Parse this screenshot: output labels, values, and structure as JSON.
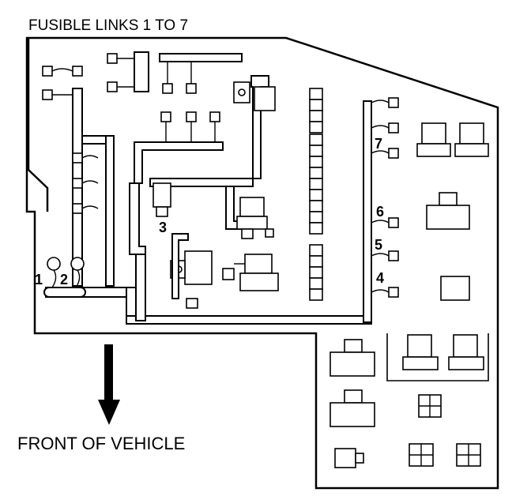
{
  "title": "FUSIBLE LINKS 1 TO 7",
  "caption": "FRONT OF VEHICLE",
  "link_numbers": [
    "1",
    "2",
    "3",
    "4",
    "5",
    "6",
    "7"
  ]
}
